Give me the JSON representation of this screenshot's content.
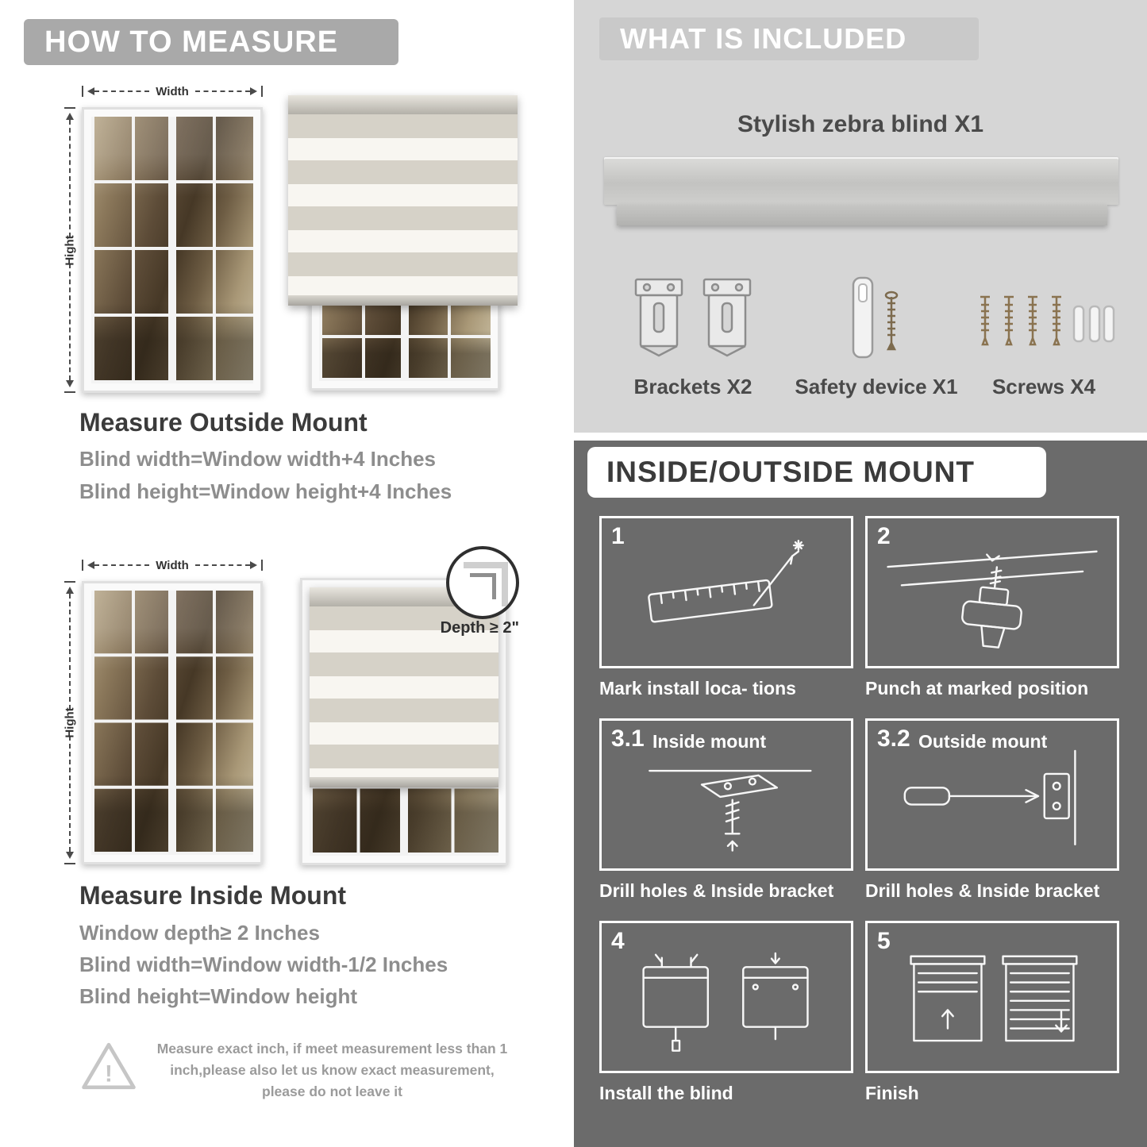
{
  "left": {
    "header": "HOW TO MEASURE",
    "outside_mount": {
      "width_label": "Width",
      "height_label": "Hight",
      "title": "Measure Outside Mount",
      "lines": [
        "Blind width=Window width+4 Inches",
        "Blind height=Window height+4 Inches"
      ]
    },
    "inside_mount": {
      "width_label": "Width",
      "height_label": "Hight",
      "depth_label": "Depth ≥ 2\"",
      "title": "Measure Inside Mount",
      "lines": [
        "Window depth≥ 2 Inches",
        "Blind width=Window width-1/2 Inches",
        "Blind height=Window height"
      ]
    },
    "warning_text": "Measure exact inch, if meet measurement less than 1 inch,please also let us know exact measurement, please do not leave it"
  },
  "right": {
    "included": {
      "header": "WHAT IS INCLUDED",
      "product_label": "Stylish zebra blind X1",
      "items": [
        {
          "label": "Brackets X2",
          "icon": "brackets-icon"
        },
        {
          "label": "Safety device X1",
          "icon": "safety-device-icon"
        },
        {
          "label": "Screws X4",
          "icon": "screws-icon"
        }
      ]
    },
    "mount_guide": {
      "header": "INSIDE/OUTSIDE MOUNT",
      "steps": [
        {
          "num": "1",
          "title": "",
          "caption": "Mark install loca- tions"
        },
        {
          "num": "2",
          "title": "",
          "caption": "Punch at marked position"
        },
        {
          "num": "3.1",
          "title": "Inside mount",
          "caption": "Drill holes & Inside bracket"
        },
        {
          "num": "3.2",
          "title": "Outside mount",
          "caption": "Drill holes & Inside bracket"
        },
        {
          "num": "4",
          "title": "",
          "caption": "Install the blind"
        },
        {
          "num": "5",
          "title": "",
          "caption": "Finish"
        }
      ]
    }
  },
  "colors": {
    "banner_gray": "#a9a9a9",
    "included_bg": "#d6d6d6",
    "included_band": "#c9c9c9",
    "mount_bg": "#6b6b6b",
    "heading_dark": "#3b3b3b",
    "text_gray": "#8d8d8d"
  }
}
